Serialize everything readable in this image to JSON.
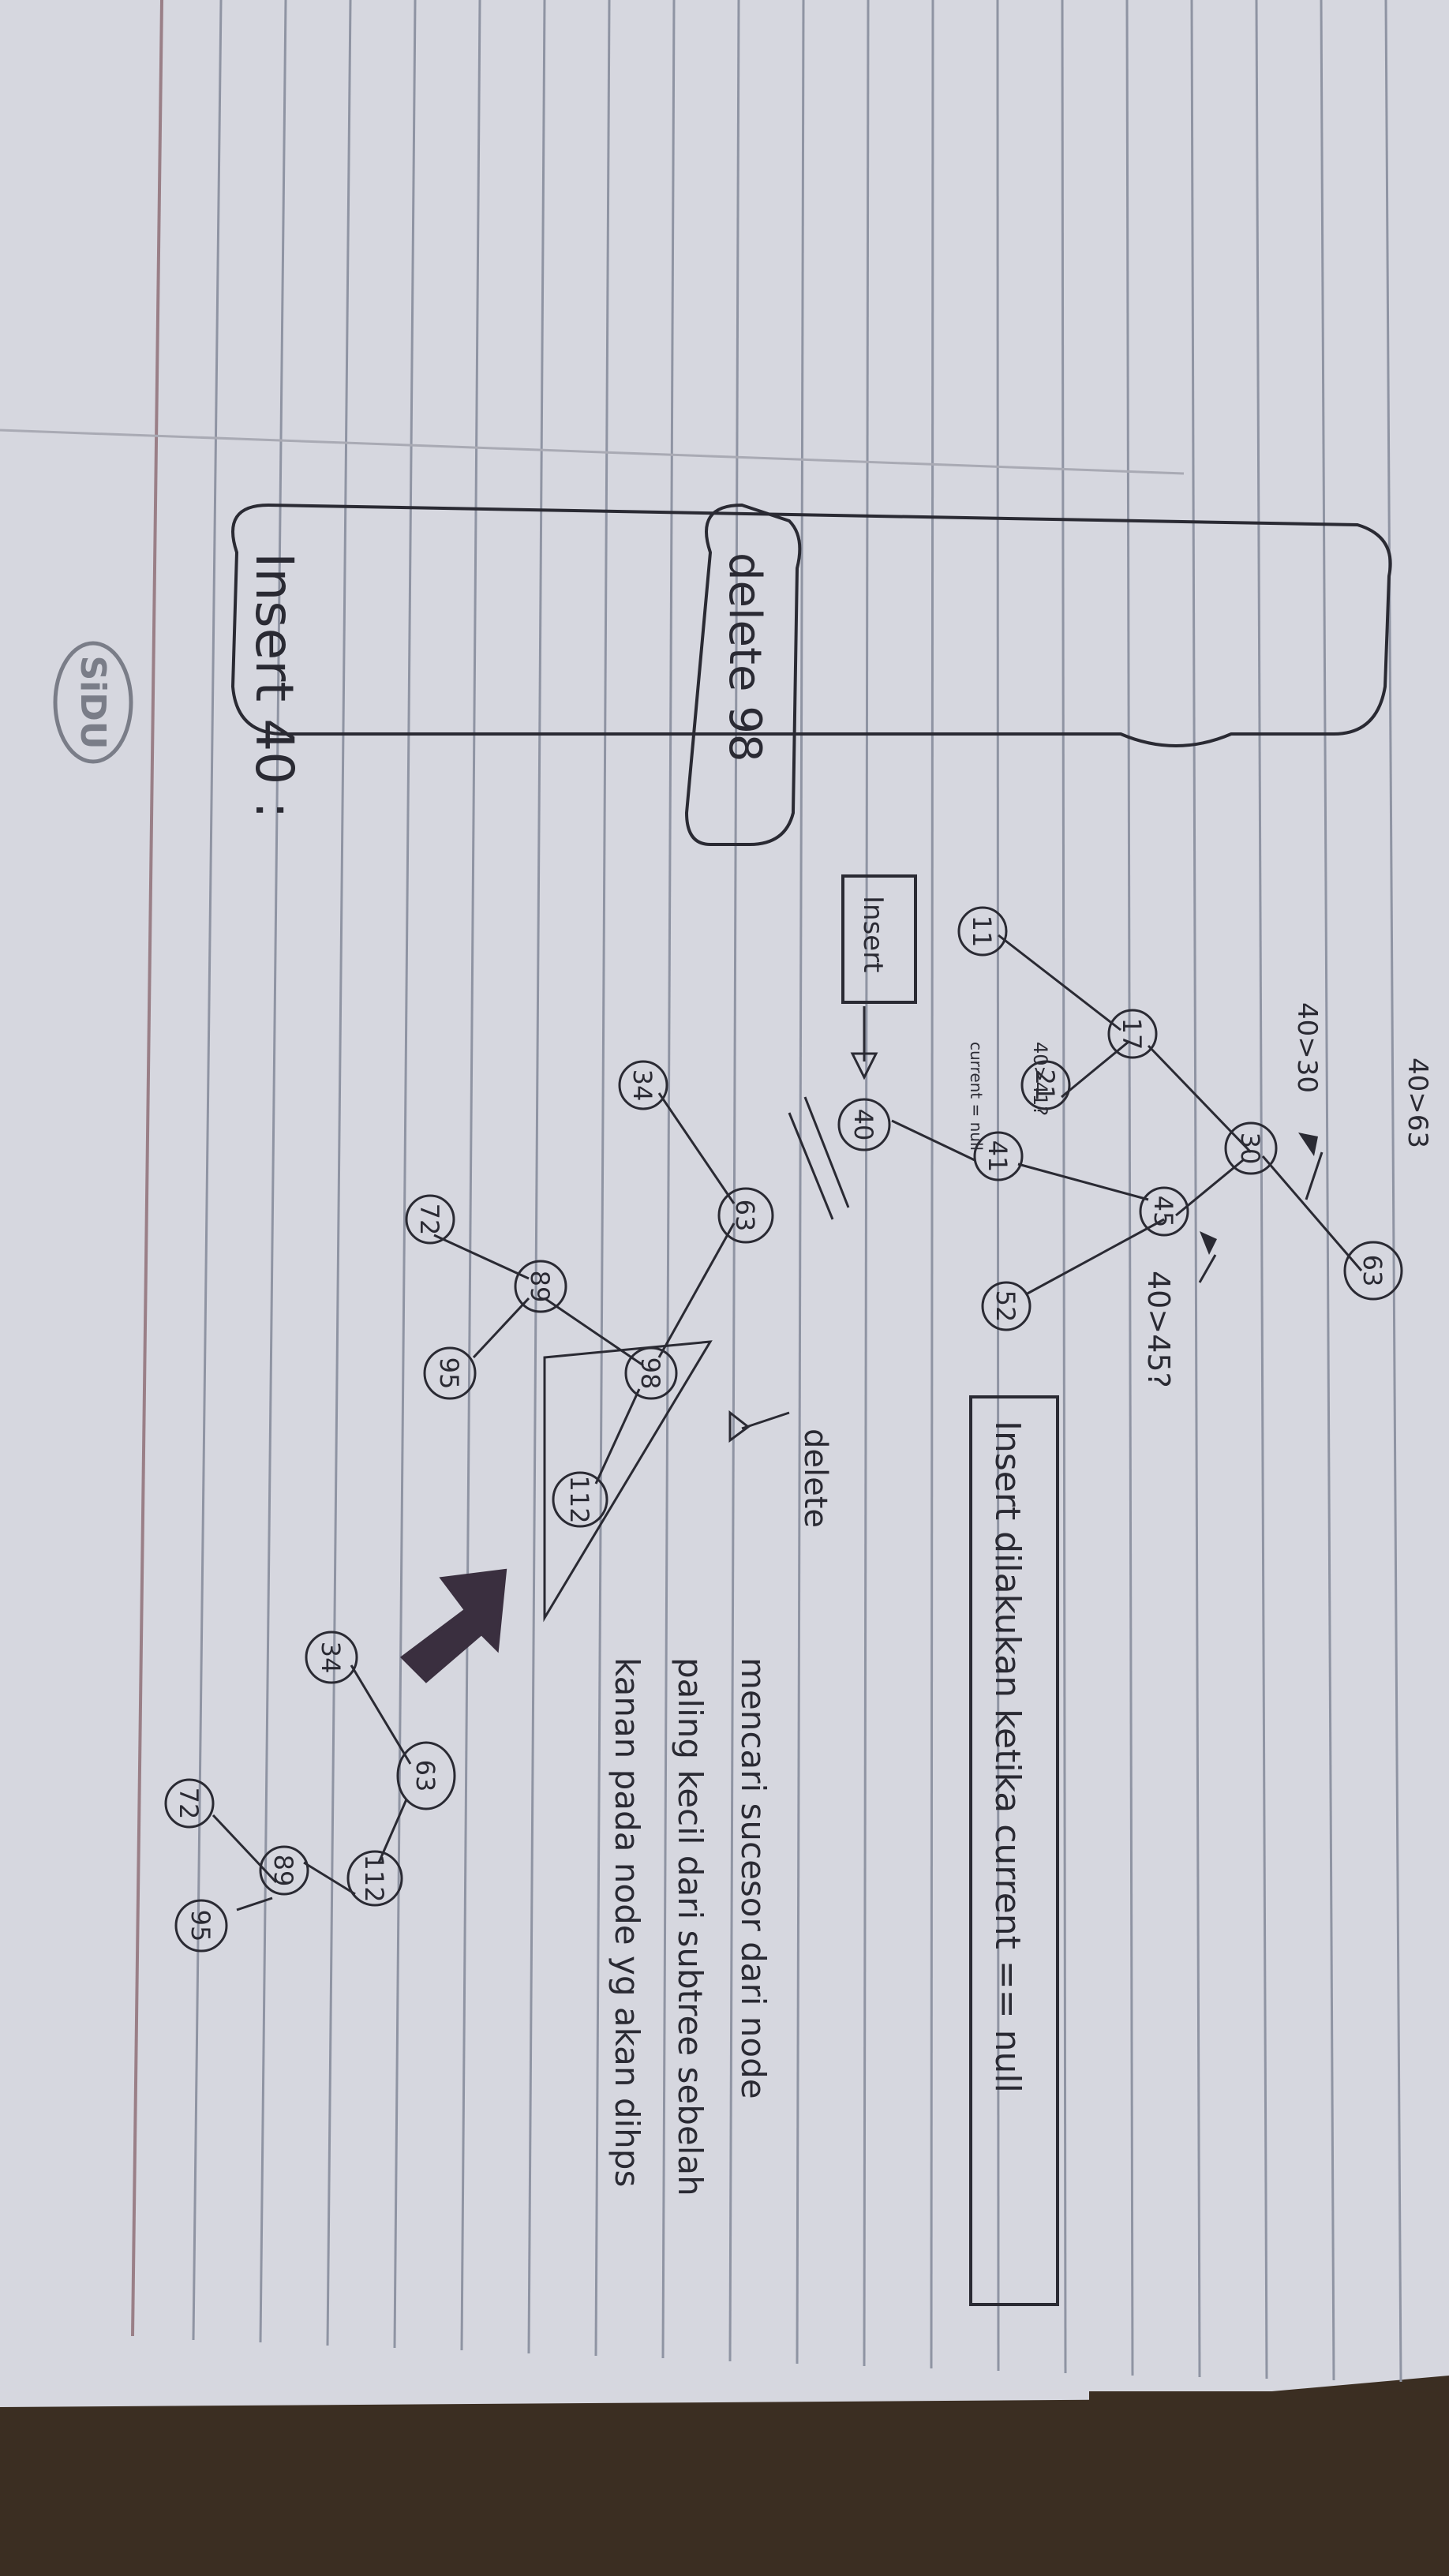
{
  "notes": {
    "heading_insert": "Insert 40 :",
    "heading_delete": "delete 98",
    "compare_top": "40>63",
    "compare_30": "40>30",
    "compare_45": "40>45?",
    "compare_41": "40>41?",
    "current_null": "current = null",
    "insert_label": "Insert",
    "delete_label": "delete",
    "rule_insert": "Insert dilakukan ketika current == null",
    "rule_delete_1": "mencari sucesor dari node",
    "rule_delete_2": "paling kecil dari subtree sebelah",
    "rule_delete_3": "kanan pada node yg akan dihps",
    "paper_brand": "SiDU"
  },
  "tree_insert": {
    "nodes": [
      "63",
      "30",
      "45",
      "17",
      "21",
      "11",
      "41",
      "52",
      "40"
    ]
  },
  "tree_delete_before": {
    "nodes": [
      "63",
      "34",
      "98",
      "89",
      "112",
      "72",
      "95"
    ]
  },
  "tree_delete_after": {
    "nodes": [
      "63",
      "34",
      "112",
      "89",
      "72",
      "95"
    ]
  },
  "colors": {
    "paper": "#d6d7df",
    "ink": "#2a2a33",
    "rule": "#8f94a3",
    "margin": "#9a7f87",
    "table": "#3b2e22"
  }
}
